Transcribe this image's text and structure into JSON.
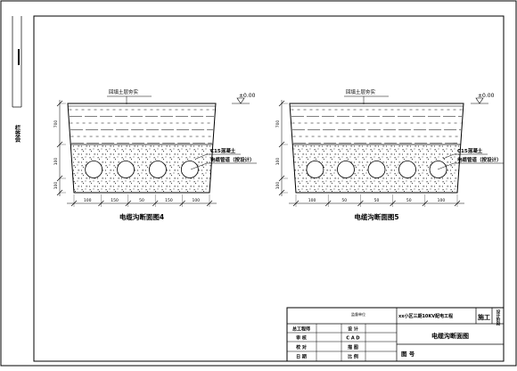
{
  "sidebar": {
    "label": "栏签会"
  },
  "sections": [
    {
      "backfill_label": "回填土层夯实",
      "level_mark": "±0.00",
      "concrete_label": "C15混凝土",
      "conduit_label": "电缆管道（按设计）",
      "dim_left": [
        "700",
        "100",
        "100"
      ],
      "dim_bottom": [
        "100",
        "150",
        "50",
        "150",
        "100"
      ],
      "caption": "电缆沟断面图4",
      "conduit_count": 4
    },
    {
      "backfill_label": "回填土层夯实",
      "level_mark": "±0.00",
      "concrete_label": "C15混凝土",
      "conduit_label": "电缆管道（按设计）",
      "dim_left": [
        "700",
        "100",
        "100"
      ],
      "dim_bottom": [
        "100",
        "50",
        "50",
        "50",
        "100"
      ],
      "caption": "电缆沟断面图5",
      "conduit_count": 5
    }
  ],
  "title_block": {
    "project_label": "监督单位",
    "project_name": "xx小区三期10KV配电工程",
    "stage_label": "施工",
    "design_stage": "设计阶段",
    "drawing_title": "电缆沟断面图",
    "drawing_no_label": "图  号",
    "rows": [
      {
        "left": "总工程师",
        "right": "设    计"
      },
      {
        "left": "审    核",
        "right": "C A D"
      },
      {
        "left": "校    对",
        "right": "描    图"
      },
      {
        "left": "日    期",
        "right": "比    例"
      }
    ]
  }
}
